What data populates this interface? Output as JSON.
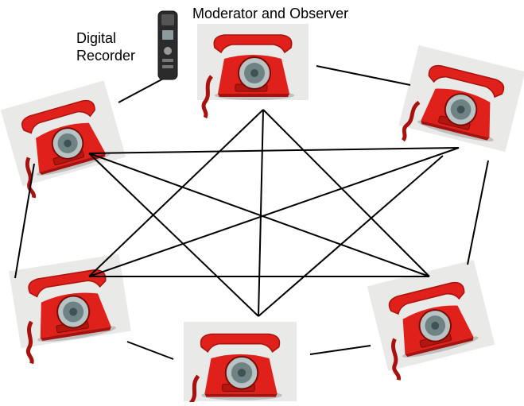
{
  "diagram": {
    "labels": {
      "moderator": "Moderator and Observer",
      "recorder_line1": "Digital",
      "recorder_line2": "Recorder"
    },
    "nodes": [
      {
        "id": "moderator-phone",
        "role": "moderator"
      },
      {
        "id": "phone-top-left",
        "role": "participant"
      },
      {
        "id": "phone-top-right",
        "role": "participant"
      },
      {
        "id": "phone-bottom-left",
        "role": "participant"
      },
      {
        "id": "phone-bottom-center",
        "role": "participant"
      },
      {
        "id": "phone-bottom-right",
        "role": "participant"
      }
    ],
    "recorder": {
      "icon": "digital-recorder-icon"
    },
    "colors": {
      "phone_red": "#e0211b",
      "phone_dark_red": "#a8120e",
      "dial_grey": "#8a9a9c",
      "background": "#ffffff",
      "line": "#000000"
    }
  }
}
